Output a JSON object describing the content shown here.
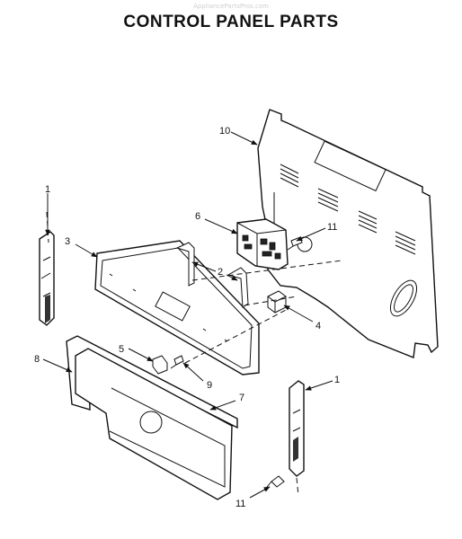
{
  "watermark": "AppliancePartsPros.com",
  "title": "CONTROL PANEL PARTS",
  "callouts": {
    "c10": "10",
    "c1_left": "1",
    "c3": "3",
    "c6": "6",
    "c11_top": "11",
    "c2": "2",
    "c4": "4",
    "c5": "5",
    "c9": "9",
    "c8": "8",
    "c7": "7",
    "c1_right": "1",
    "c11_bottom": "11"
  }
}
